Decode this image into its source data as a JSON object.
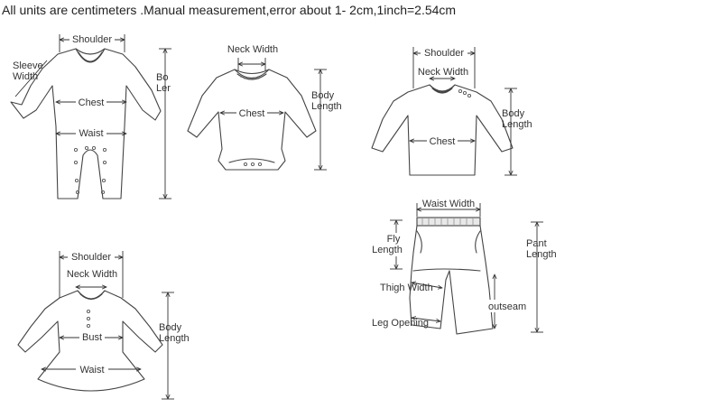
{
  "header": {
    "note": "All units are centimeters .Manual measurement,error about 1- 2cm,1inch=2.54cm"
  },
  "romper": {
    "shoulder": "Shoulder",
    "sleeve_line1": "Sleeve",
    "sleeve_line2": "Width",
    "chest": "Chest",
    "waist": "Waist",
    "body_line1": "Bo",
    "body_line2": "Ler"
  },
  "bodysuit": {
    "neck_width": "Neck Width",
    "chest": "Chest",
    "body_line1": "Body",
    "body_line2": "Length"
  },
  "top": {
    "shoulder": "Shoulder",
    "neck_width": "Neck Width",
    "chest": "Chest",
    "body_line1": "Body",
    "body_line2": "Length"
  },
  "dress": {
    "shoulder": "Shoulder",
    "neck_width": "Neck Width",
    "bust": "Bust",
    "waist": "Waist",
    "body_line1": "Body",
    "body_line2": "Length"
  },
  "pants": {
    "waist_width": "Waist Width",
    "fly_line1": "Fly",
    "fly_line2": "Length",
    "pant_line1": "Pant",
    "pant_line2": "Length",
    "thigh_width": "Thigh Width",
    "outseam": "outseam",
    "leg_opening": "Leg Opening"
  }
}
